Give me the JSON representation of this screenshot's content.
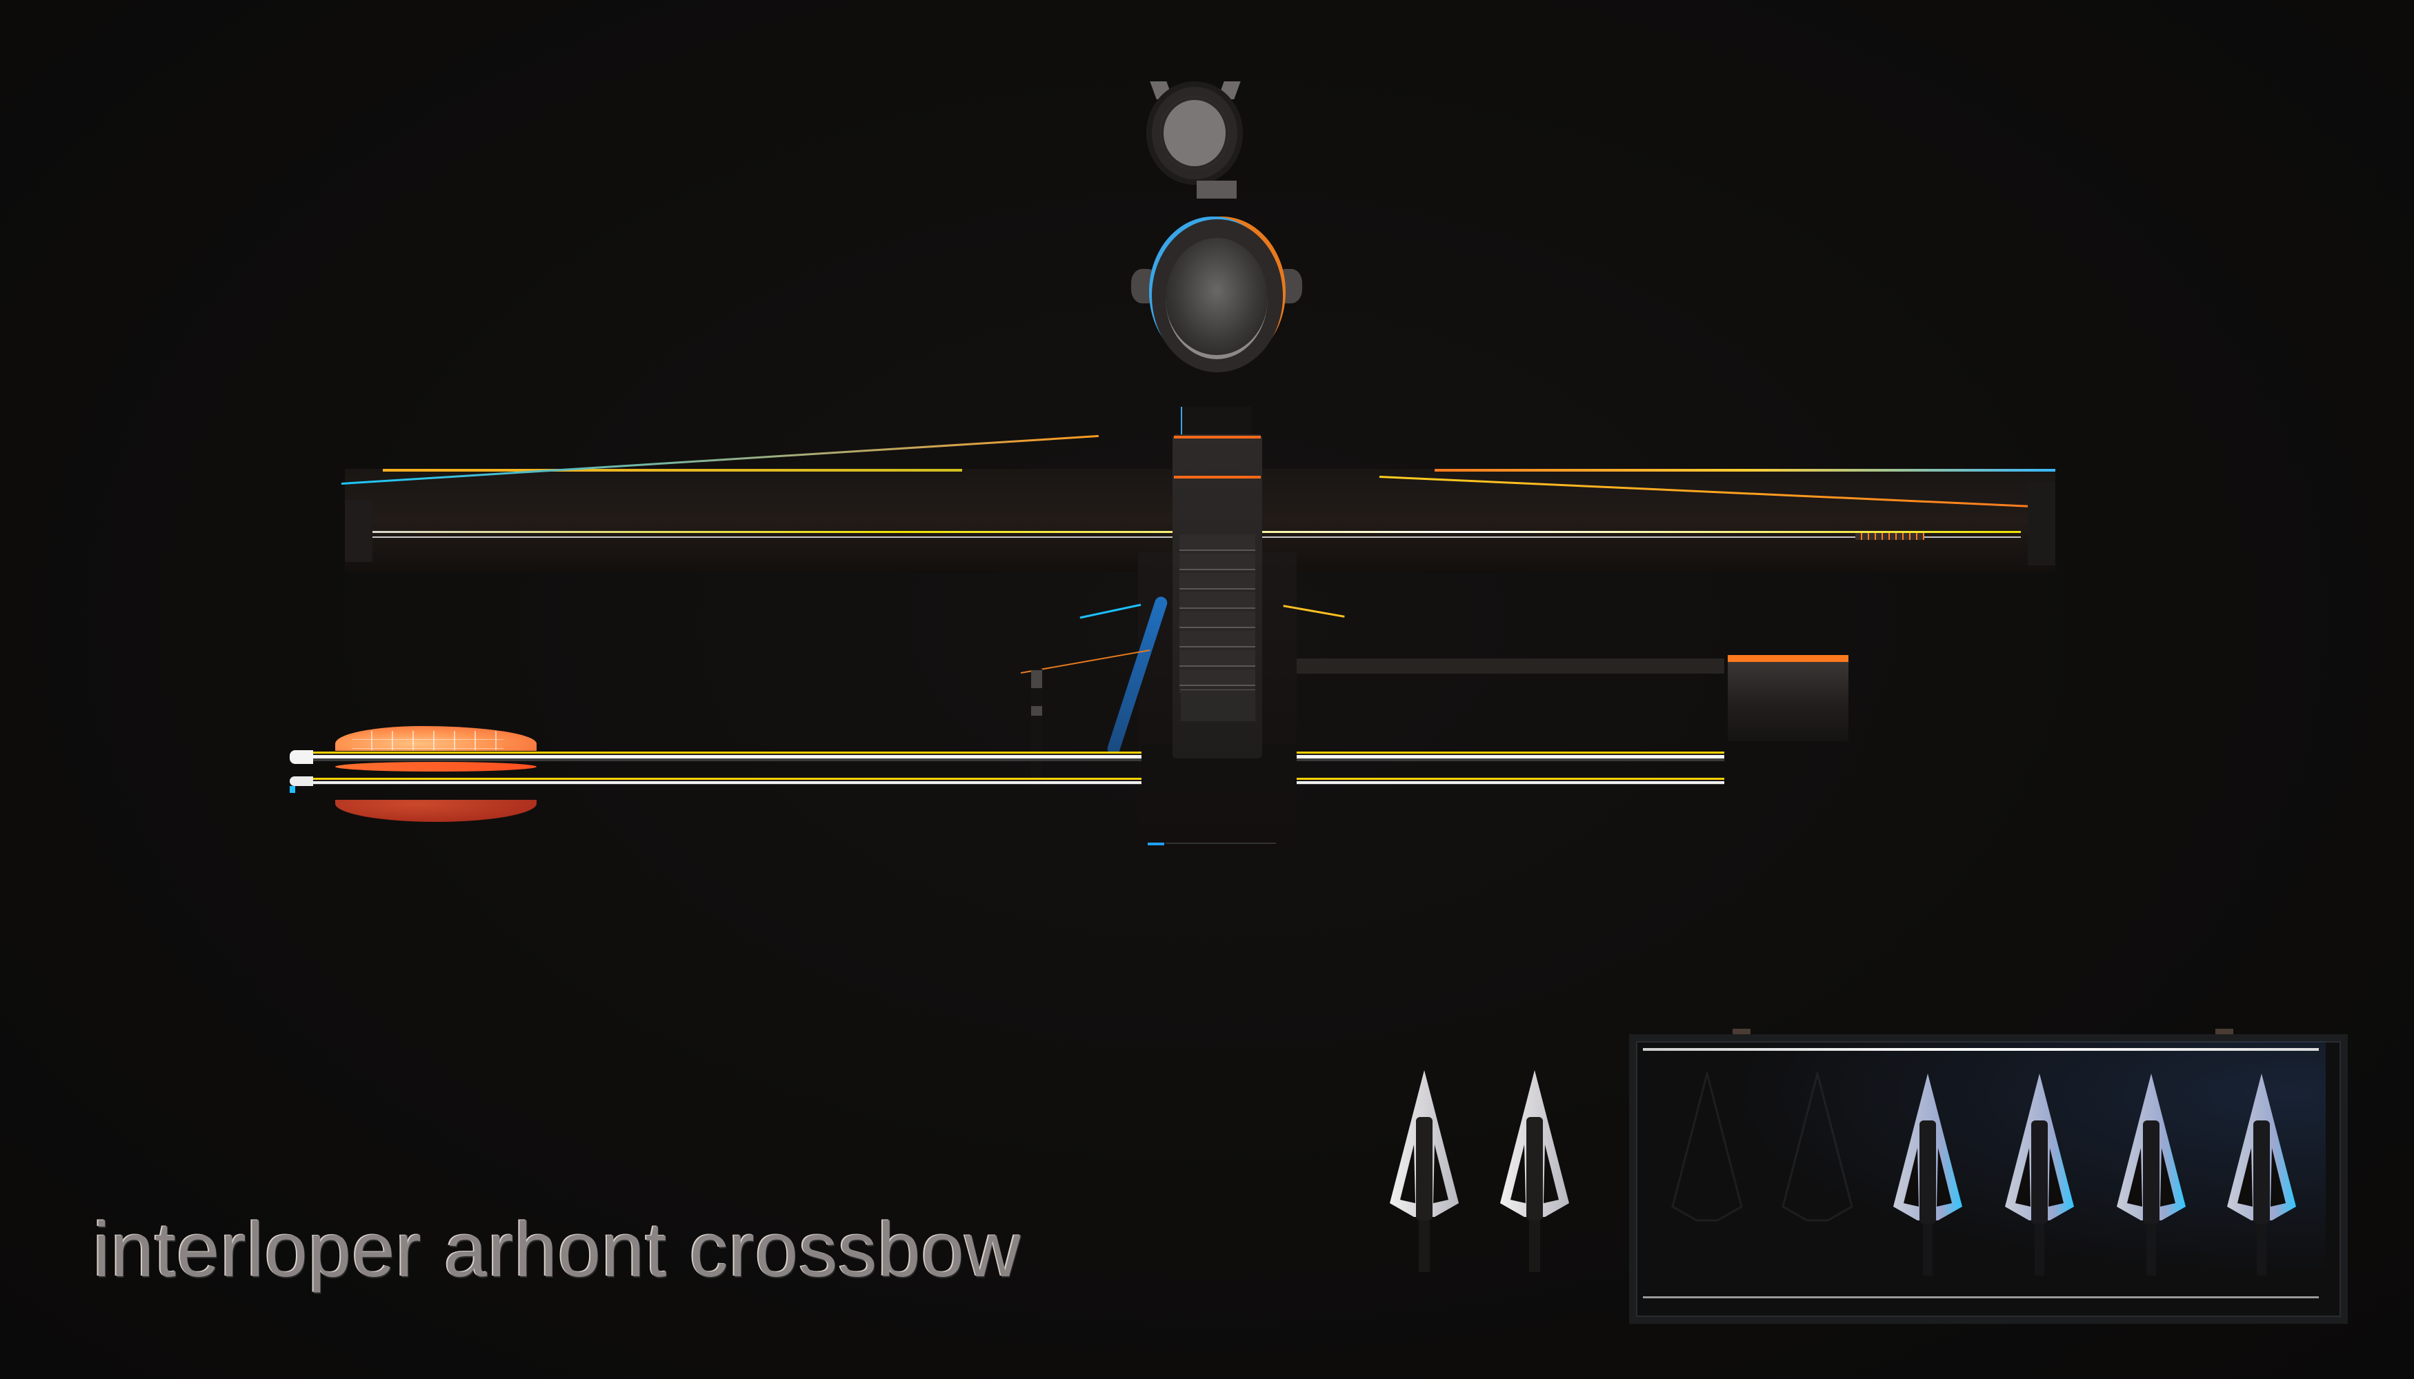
{
  "scene": {
    "type": "3D product render",
    "background_color": "#0d0c0b",
    "accent_colors": {
      "orange": "#ff7a1e",
      "yellow": "#ffd000",
      "cyan": "#1ec0ff",
      "steel": "#d6d6d6"
    }
  },
  "title": {
    "text": "interloper arhont crossbow",
    "color": "#8a8584"
  },
  "objects": {
    "scope": {
      "label": "scope with flip-up lens cap"
    },
    "crossbow": {
      "label": "crossbow front view with limbs, string and grip"
    },
    "arrow": {
      "label": "crossbow bolt with orange vanes"
    },
    "loose_broadheads": {
      "count": 2,
      "label": "broadheads"
    },
    "case": {
      "label": "broadhead case",
      "slots": 6,
      "filled_slots": 4,
      "empty_slots": 2
    }
  }
}
